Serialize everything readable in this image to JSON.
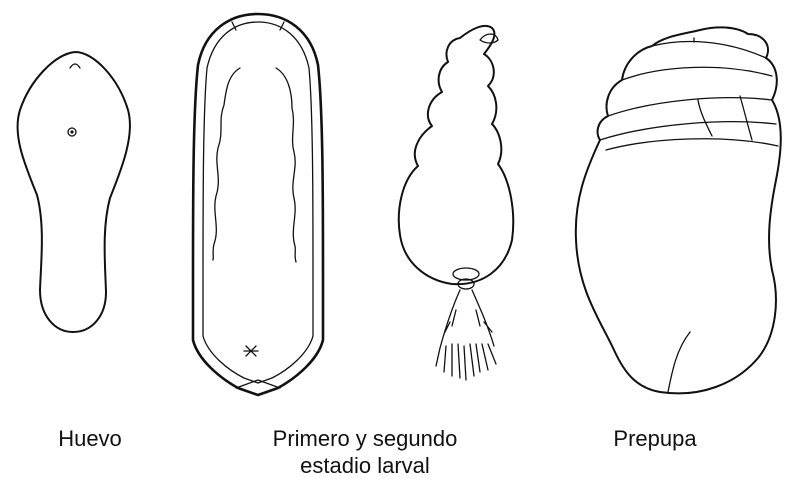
{
  "figure": {
    "stages": [
      {
        "id": "egg",
        "label": "Huevo"
      },
      {
        "id": "larva",
        "label": "Primero y segundo",
        "label_line2": "estadio larval"
      },
      {
        "id": "later",
        "label": ""
      },
      {
        "id": "prepupa",
        "label": "Prepupa"
      }
    ]
  }
}
